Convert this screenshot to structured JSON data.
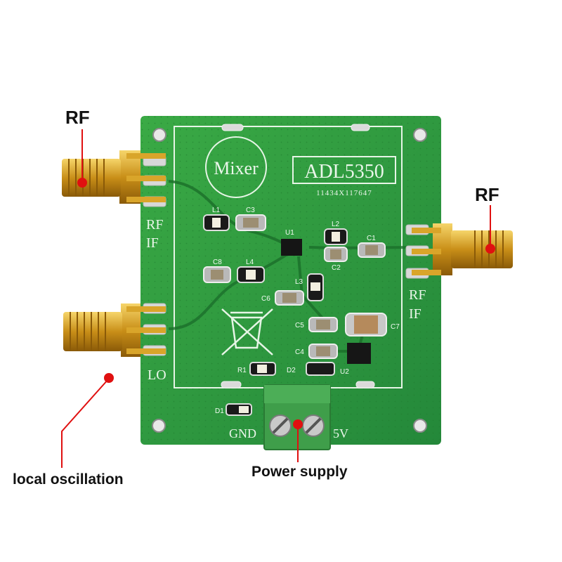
{
  "callouts": {
    "rf_left": "RF",
    "rf_right": "RF",
    "local_oscillation": "local oscillation",
    "power_supply": "Power supply"
  },
  "board": {
    "mixer_label": "Mixer",
    "chip_label": "ADL5350",
    "serial": "11434X117647",
    "port_left_top": [
      "RF",
      "IF"
    ],
    "port_right": [
      "RF",
      "IF"
    ],
    "port_lo": "LO",
    "gnd_label": "GND",
    "v_label": "5V",
    "refs": {
      "l1": "L1",
      "c3": "C3",
      "u1": "U1",
      "l2": "L2",
      "c1": "C1",
      "c2": "C2",
      "c8": "C8",
      "l4": "L4",
      "l3": "L3",
      "c6": "C6",
      "c5": "C5",
      "c7": "C7",
      "c4": "C4",
      "r1": "R1",
      "d2": "D2",
      "u2": "U2",
      "d1": "D1"
    }
  },
  "colors": {
    "pcb_green": "#2f9a3a",
    "silkscreen": "#eaf6ea",
    "gold": "#d4a020",
    "terminal_green": "#3f9e4a",
    "marker_red": "#e01010"
  }
}
